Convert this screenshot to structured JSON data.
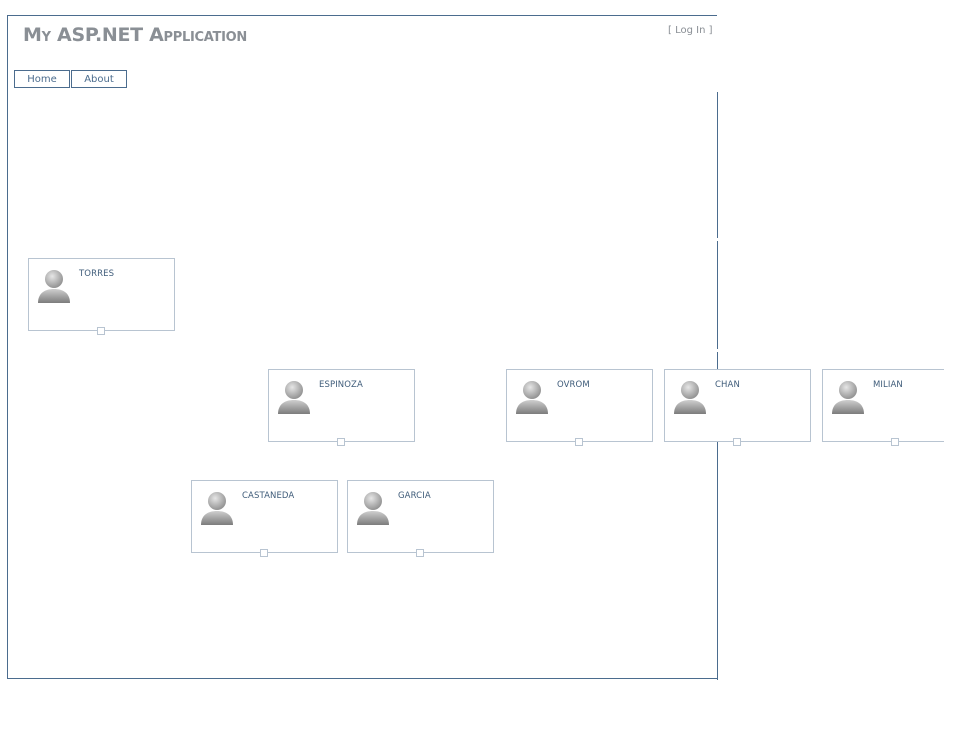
{
  "header": {
    "title": "My ASP.NET Application",
    "login": {
      "open_bracket": "[",
      "link_label": "Log In",
      "close_bracket": "]"
    }
  },
  "menu": {
    "items": [
      {
        "label": "Home"
      },
      {
        "label": "About"
      }
    ]
  },
  "org_chart": {
    "nodes": [
      {
        "name": "TORRES",
        "icon": "person-icon"
      },
      {
        "name": "ESPINOZA",
        "icon": "person-icon"
      },
      {
        "name": "OVROM",
        "icon": "person-icon"
      },
      {
        "name": "CHAN",
        "icon": "person-icon"
      },
      {
        "name": "MILIAN",
        "icon": "person-icon"
      },
      {
        "name": "CASTANEDA",
        "icon": "person-icon"
      },
      {
        "name": "GARCIA",
        "icon": "person-icon"
      }
    ]
  },
  "colors": {
    "border": "#4b6c8e",
    "node_border": "#b8c4d1",
    "title": "#8a8f95",
    "node_text": "#3f5c7a"
  }
}
